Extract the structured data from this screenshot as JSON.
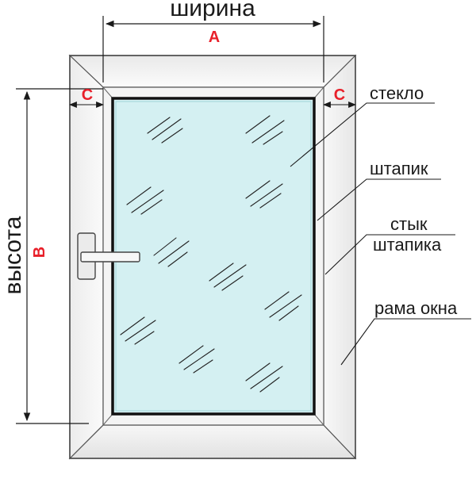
{
  "dimensions": {
    "width_label": "ширина",
    "width_letter": "A",
    "height_label": "высота",
    "height_letter": "B",
    "offset_letter": "C"
  },
  "labels": {
    "glass": "стекло",
    "glazing_bead": "штапик",
    "bead_joint_line1": "стык",
    "bead_joint_line2": "штапика",
    "window_frame": "рама окна"
  },
  "colors": {
    "letter_red": "#e8202a",
    "glass_fill": "#d4f0f2",
    "frame_fill": "#f2f2f2",
    "line": "#1a1a1a"
  }
}
